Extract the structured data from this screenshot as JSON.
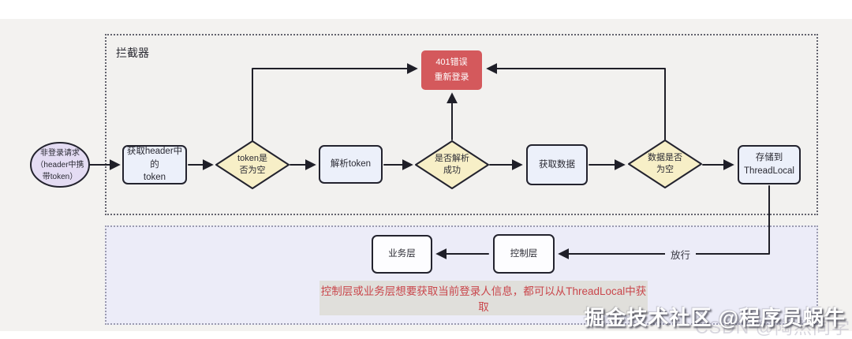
{
  "interceptor": {
    "label": "拦截器"
  },
  "nodes": {
    "start": {
      "label": "非登录请求\n（header中携\n带token）"
    },
    "get_token": {
      "label": "获取header中的\ntoken"
    },
    "token_empty": {
      "label": "token是\n否为空"
    },
    "parse_token": {
      "label": "解析token"
    },
    "parse_ok": {
      "label": "是否解析\n成功"
    },
    "get_data": {
      "label": "获取数据"
    },
    "data_empty": {
      "label": "数据是否\n为空"
    },
    "store": {
      "label": "存储到\nThreadLocal"
    },
    "error401": {
      "label": "401错误\n重新登录"
    },
    "service": {
      "label": "业务层"
    },
    "controller": {
      "label": "控制层"
    }
  },
  "edges": {
    "release_label": "放行"
  },
  "note": {
    "text": "控制层或业务层想要获取当前登录人信息，都可以从ThreadLocal中获取"
  },
  "watermark": {
    "primary": "掘金技术社区 @程序员蜗牛",
    "secondary": "CSDN @陶然同学"
  },
  "colors": {
    "error_red": "#d4595c",
    "diamond_fill": "#f7efc7",
    "process_fill": "#ecf0fa",
    "start_fill": "#e4dcf3",
    "panel_fill": "#ececf8",
    "note_red": "#c9464b",
    "stroke": "#1f1f28"
  }
}
